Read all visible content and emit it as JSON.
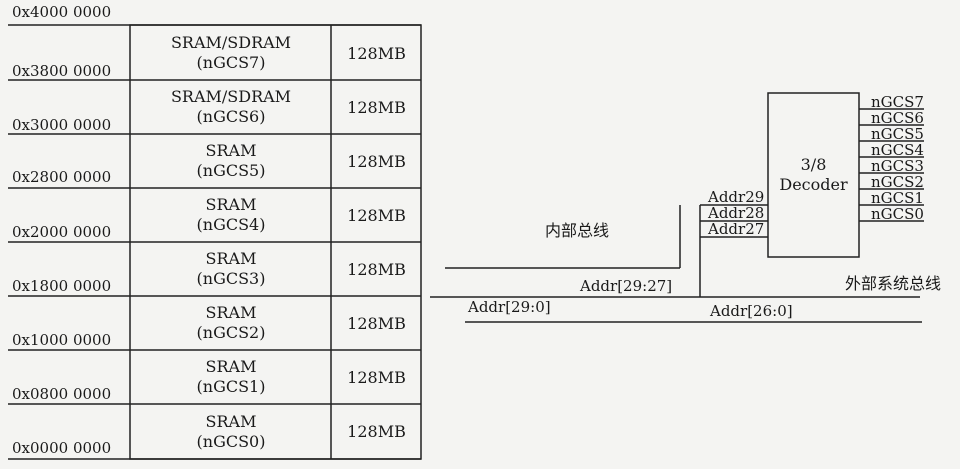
{
  "memory_map": {
    "addresses": [
      "0x4000 0000",
      "0x3800 0000",
      "0x3000 0000",
      "0x2800 0000",
      "0x2000 0000",
      "0x1800 0000",
      "0x1000 0000",
      "0x0800 0000",
      "0x0000 0000"
    ],
    "banks": [
      {
        "type": "SRAM/SDRAM",
        "cs": "(nGCS7)",
        "size": "128MB"
      },
      {
        "type": "SRAM/SDRAM",
        "cs": "(nGCS6)",
        "size": "128MB"
      },
      {
        "type": "SRAM",
        "cs": "(nGCS5)",
        "size": "128MB"
      },
      {
        "type": "SRAM",
        "cs": "(nGCS4)",
        "size": "128MB"
      },
      {
        "type": "SRAM",
        "cs": "(nGCS3)",
        "size": "128MB"
      },
      {
        "type": "SRAM",
        "cs": "(nGCS2)",
        "size": "128MB"
      },
      {
        "type": "SRAM",
        "cs": "(nGCS1)",
        "size": "128MB"
      },
      {
        "type": "SRAM",
        "cs": "(nGCS0)",
        "size": "128MB"
      }
    ]
  },
  "bus": {
    "internal_bus": "内部总线",
    "external_bus": "外部系统总线",
    "addr_29_27": "Addr[29:27]",
    "addr_29_0": "Addr[29:0]",
    "addr_26_0": "Addr[26:0]"
  },
  "decoder": {
    "title_line1": "3/8",
    "title_line2": "Decoder",
    "inputs": [
      "Addr29",
      "Addr28",
      "Addr27"
    ],
    "outputs": [
      "nGCS7",
      "nGCS6",
      "nGCS5",
      "nGCS4",
      "nGCS3",
      "nGCS2",
      "nGCS1",
      "nGCS0"
    ]
  }
}
